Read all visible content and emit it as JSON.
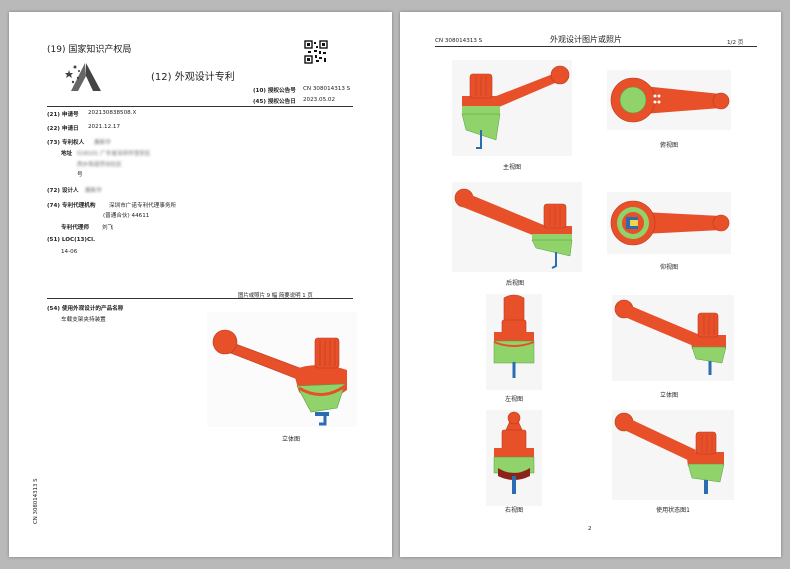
{
  "left_page": {
    "office": "(19) 国家知识产权局",
    "doc_type": "(12) 外观设计专利",
    "pub_no_label": "(10) 授权公告号",
    "pub_no_value": "CN 308014313 S",
    "pub_date_label": "(45) 授权公告日",
    "pub_date_value": "2023.05.02",
    "app_no_label": "(21) 申请号",
    "app_no_value": "202130838508.X",
    "app_date_label": "(22) 申请日",
    "app_date_value": "2021.12.17",
    "patentee_label": "(73) 专利权人",
    "patentee_value": "黄新华",
    "address_label": "地址",
    "address_line1": "518101 广东省深圳市宝安区",
    "address_line2": "西乡街道劳动社区",
    "address_line3": "号",
    "designer_label": "(72) 设计人",
    "designer_value": "黄新华",
    "agency_label": "(74) 专利代理机构",
    "agency_value": "深圳市广诺专利代理事务所",
    "agency_value2": "(普通合伙) 44611",
    "agent_label": "专利代理师",
    "agent_value": "刘飞",
    "loc_label": "(51) LOC(13)Cl.",
    "loc_value": "14-06",
    "counts": "图片或照片 9 幅  简要说明 1 页",
    "product_label": "(54) 使用外观设计的产品名称",
    "product_value": "车载支架夹持装置",
    "main_fig_caption": "立体图",
    "side_number": "CN 308014313 S"
  },
  "right_page": {
    "header_id": "CN 308014313 S",
    "header_title": "外观设计图片或照片",
    "header_page": "1/2 页",
    "page_number": "2",
    "figures": [
      {
        "caption": "主视图",
        "icon": "front-view"
      },
      {
        "caption": "俯视图",
        "icon": "top-view"
      },
      {
        "caption": "后视图",
        "icon": "rear-view"
      },
      {
        "caption": "仰视图",
        "icon": "bottom-view"
      },
      {
        "caption": "左视图",
        "icon": "left-view"
      },
      {
        "caption": "立体图",
        "icon": "perspective-view"
      },
      {
        "caption": "右视图",
        "icon": "right-view"
      },
      {
        "caption": "使用状态图1",
        "icon": "usage-view"
      }
    ]
  },
  "colors": {
    "body_orange": "#e8502a",
    "base_green": "#8fd36a",
    "hook_blue": "#2a6db0",
    "red_dark": "#b83a1e"
  }
}
